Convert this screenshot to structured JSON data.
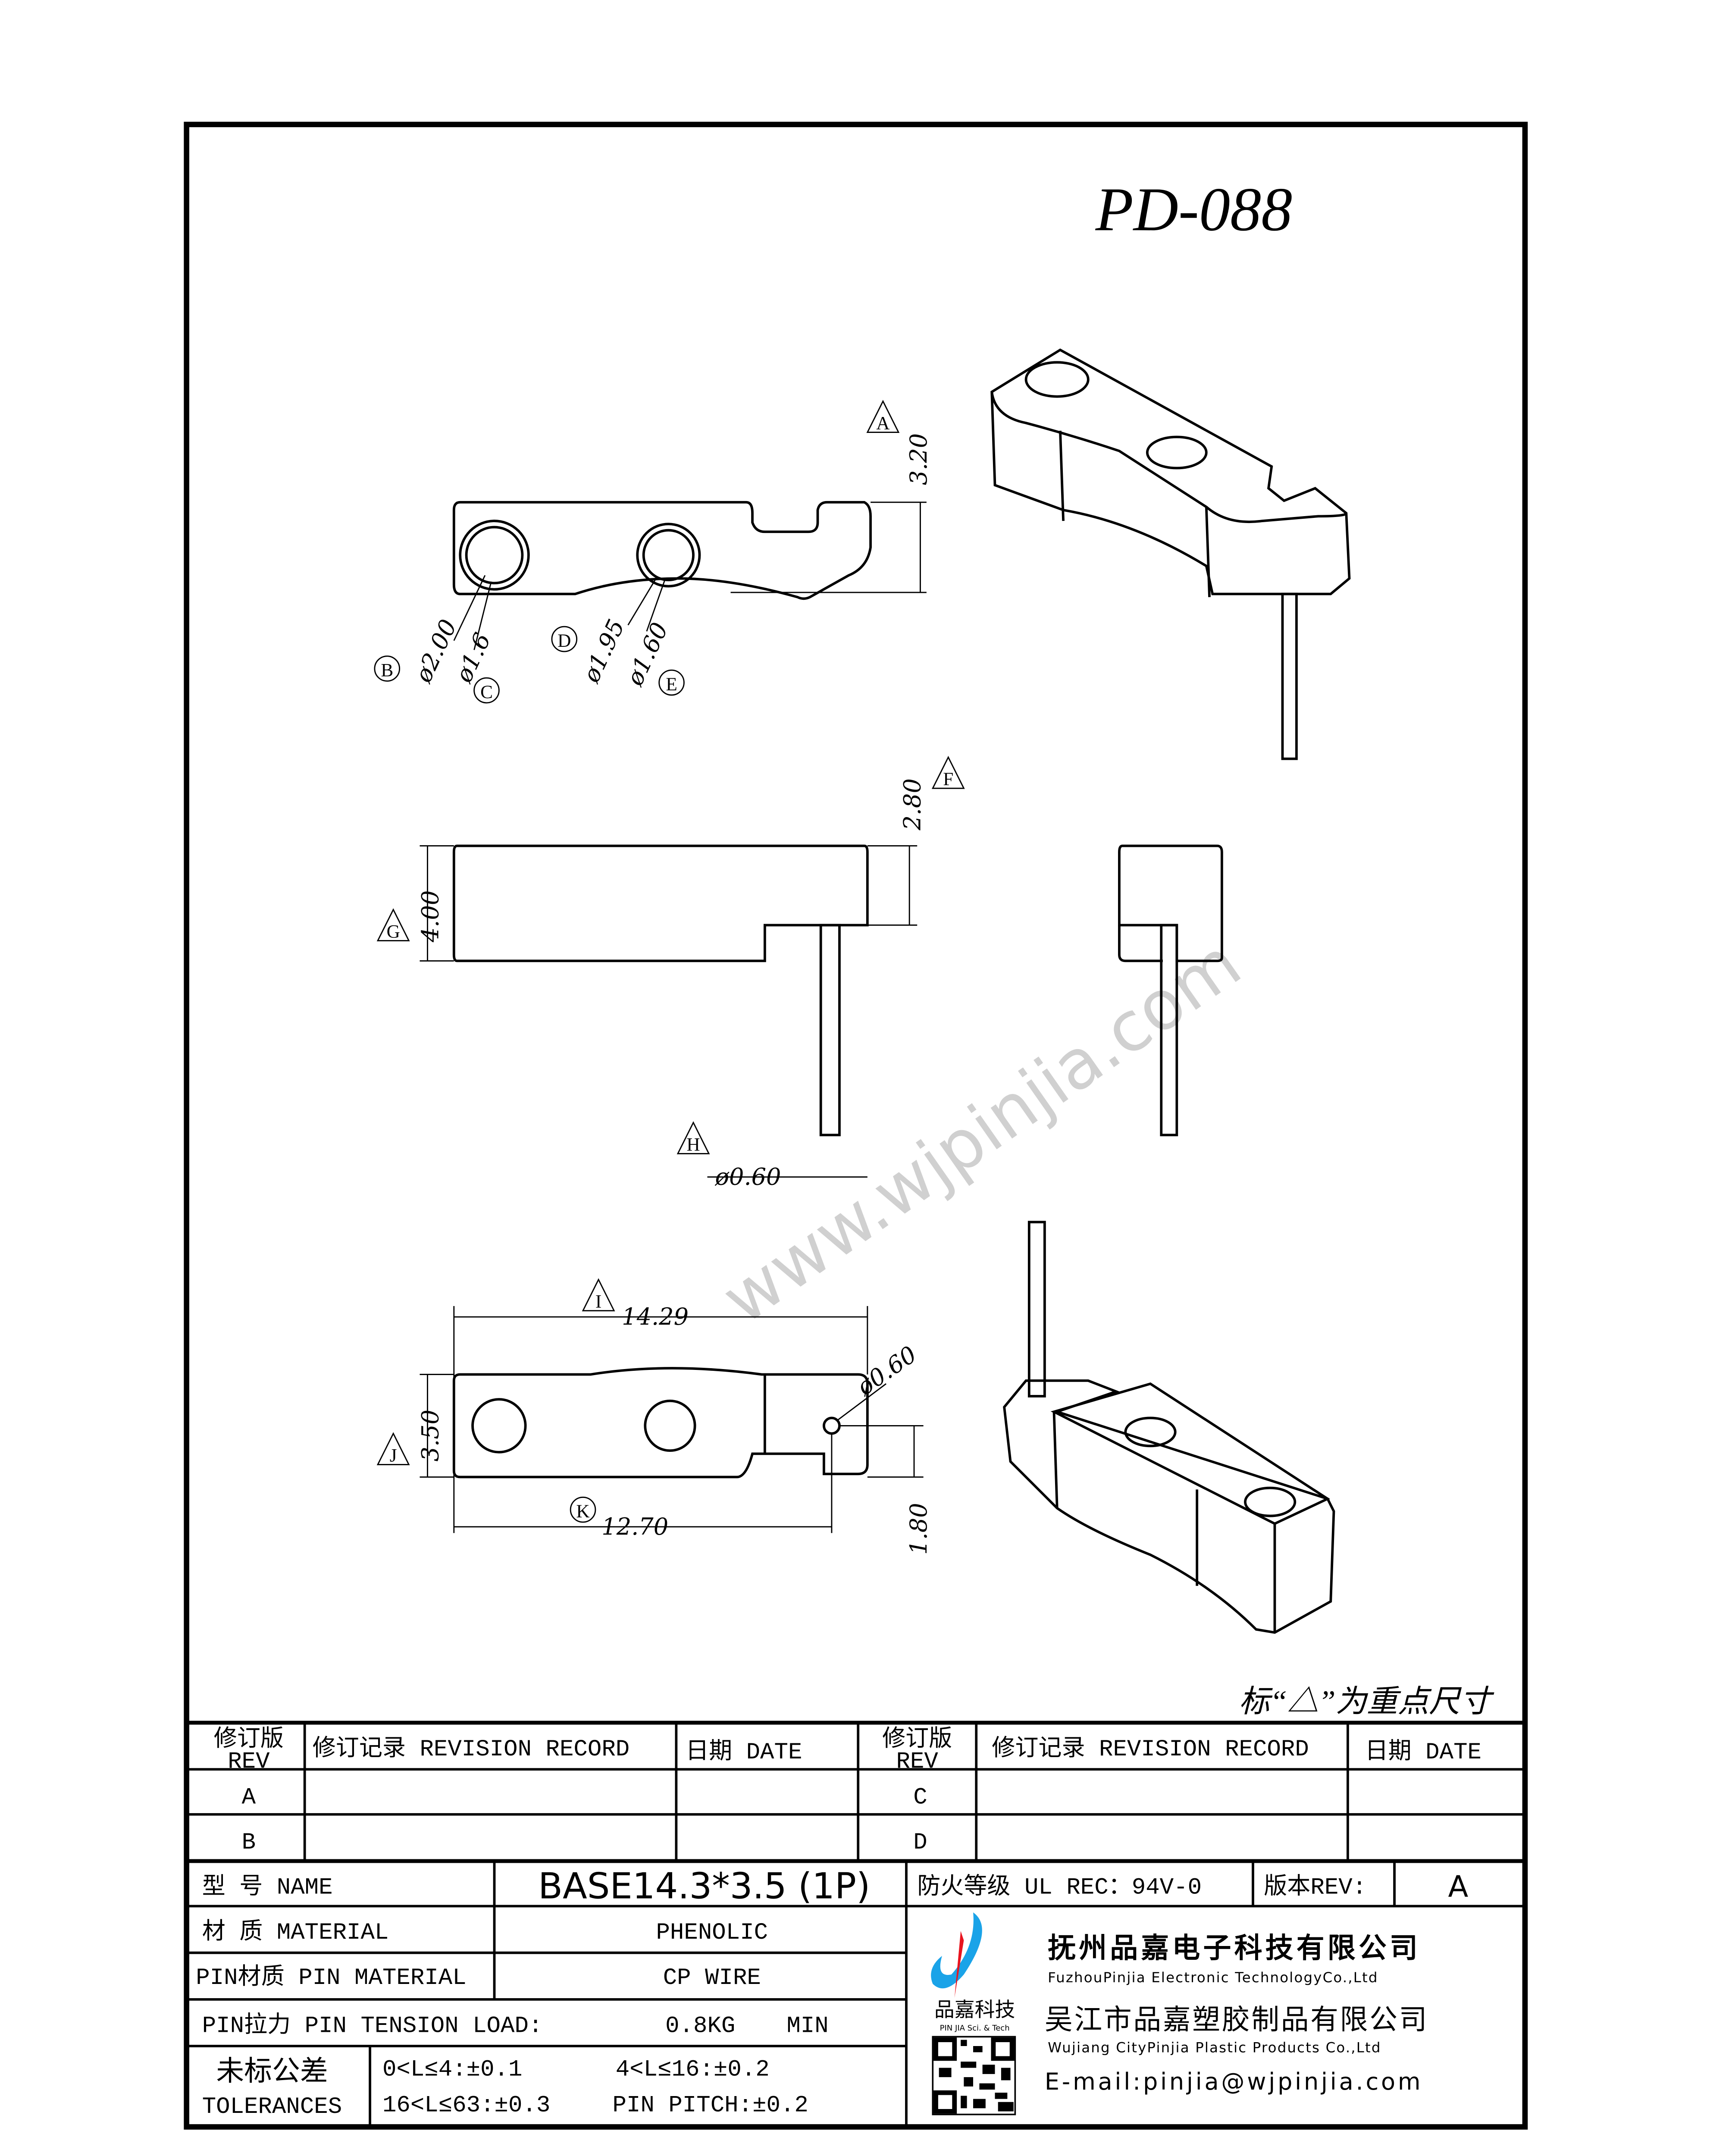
{
  "drawing_number": "PD-088",
  "dimensions": {
    "top": {
      "height": "3.20",
      "hole_b": "ø2.00",
      "hole_c": "ø1.6",
      "hole_d": "ø1.95",
      "hole_e": "ø1.60"
    },
    "side": {
      "height": "4.00",
      "upper": "2.80",
      "pin": "ø0.60"
    },
    "bottom": {
      "length": "14.29",
      "pitch": "12.70",
      "width": "3.50",
      "pin": "ø0.60",
      "offset": "1.80"
    }
  },
  "markers": {
    "A": "A",
    "B": "B",
    "C": "C",
    "D": "D",
    "E": "E",
    "F": "F",
    "G": "G",
    "H": "H",
    "I": "I",
    "J": "J",
    "K": "K"
  },
  "watermark": "www.wjpinjia.com",
  "note": "标“△”为重点尺寸",
  "revision_table": {
    "rev_label": "修订版",
    "rev_label_en": "REV",
    "record_label": "修订记录 REVISION RECORD",
    "date_label": "日期 DATE",
    "revs_left": [
      "A",
      "B"
    ],
    "revs_right": [
      "C",
      "D"
    ]
  },
  "title_block": {
    "name_label": "型 号 NAME",
    "name_value": "BASE14.3*3.5 (1P)",
    "fire_label": "防火等级 UL REC：94V-0",
    "rev_label": "版本REV:",
    "rev_value": "A",
    "material_label": "材 质 MATERIAL",
    "material_value": "PHENOLIC",
    "pin_material_label": "PIN材质 PIN MATERIAL",
    "pin_material_value": "CP WIRE",
    "tension_label": "PIN拉力 PIN TENSION LOAD:",
    "tension_value": "0.8KG",
    "tension_unit": "MIN",
    "tolerance_label": "未标公差",
    "tolerance_label_en": "TOLERANCES",
    "tolerances": [
      "0<L≤4:±0.1",
      "4<L≤16:±0.2",
      "16<L≤63:±0.3",
      "PIN PITCH:±0.2"
    ]
  },
  "company": {
    "logo_text": "品嘉科技",
    "logo_sub": "PIN JIA Sci. & Tech",
    "name1_cn": "抚州品嘉电子科技有限公司",
    "name1_en": "FuzhouPinjia Electronic TechnologyCo.,Ltd",
    "name2_cn": "吴江市品嘉塑胶制品有限公司",
    "name2_en": "Wujiang CityPinjia  Plastic Products Co.,Ltd",
    "email": "E-mail:pinjia@wjpinjia.com",
    "colors": {
      "blue": "#1aa3e8",
      "red": "#e8141e"
    }
  }
}
